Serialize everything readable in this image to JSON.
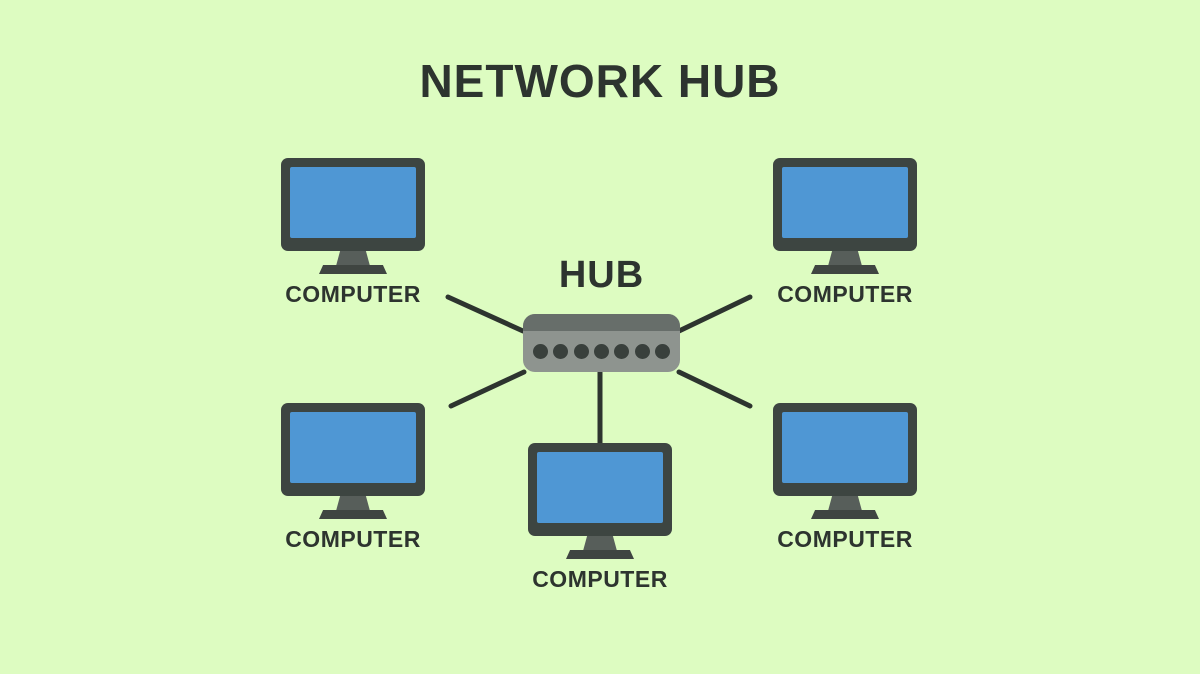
{
  "title": "NETWORK HUB",
  "hub": {
    "label": "HUB",
    "ports": 7
  },
  "computers": [
    {
      "position": "top-left",
      "label": "COMPUTER"
    },
    {
      "position": "top-right",
      "label": "COMPUTER"
    },
    {
      "position": "bottom-left",
      "label": "COMPUTER"
    },
    {
      "position": "bottom-right",
      "label": "COMPUTER"
    },
    {
      "position": "bottom-center",
      "label": "COMPUTER"
    }
  ],
  "colors": {
    "bg": "#ddfcc1",
    "text": "#2d342f",
    "line": "#2d342f",
    "screen": "#4f97d4",
    "frame": "#3d4541",
    "neck": "#575e5a",
    "base": "#3f4541",
    "hub-body": "#8e948f",
    "hub-strip": "#676e6a",
    "hub-port": "#39403c"
  }
}
